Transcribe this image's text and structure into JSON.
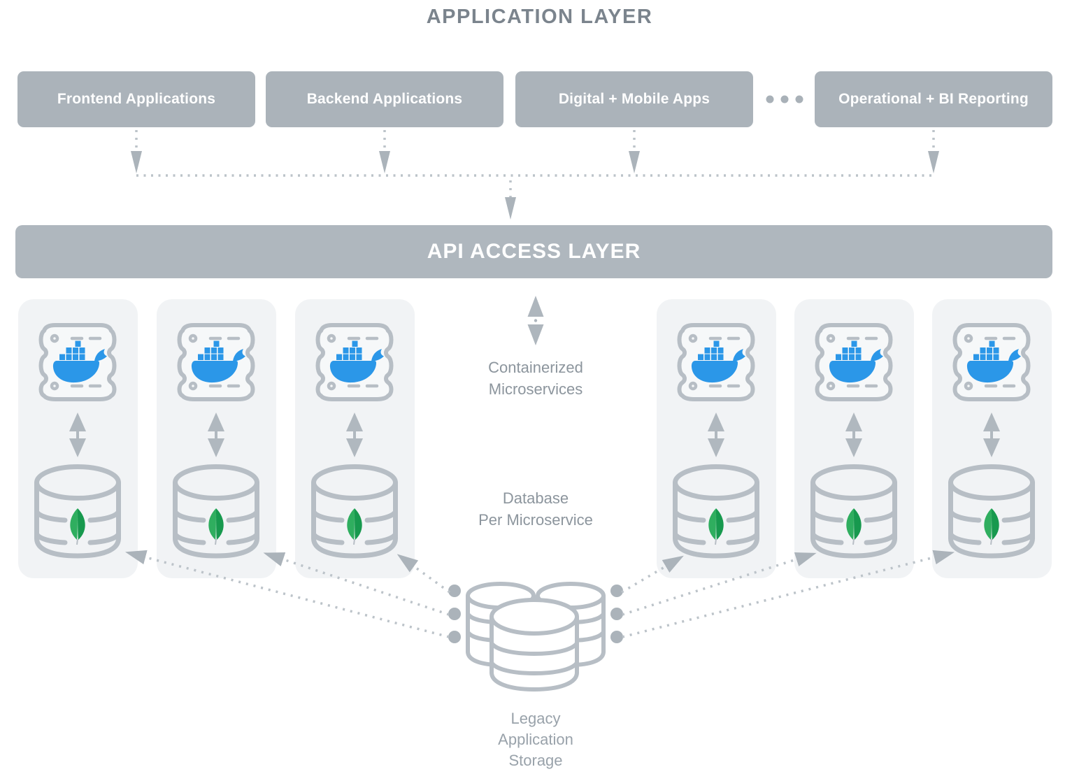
{
  "title": "APPLICATION LAYER",
  "application_layer": {
    "boxes": [
      {
        "label": "Frontend Applications"
      },
      {
        "label": "Backend Applications"
      },
      {
        "label": "Digital + Mobile Apps"
      },
      {
        "label": "Operational + BI Reporting"
      }
    ],
    "ellipsis_dots_count": 3
  },
  "api_access_layer": {
    "label": "API ACCESS LAYER"
  },
  "annotations": {
    "containerized_microservices": "Containerized\nMicroservices",
    "database_per_microservice": "Database\nPer Microservice",
    "legacy_application_storage": "Legacy\nApplication\nStorage"
  },
  "microservices": {
    "count": 6,
    "icons": [
      "docker-container-icon",
      "mongodb-database-icon"
    ]
  },
  "legacy_storage_icon": "stacked-database-cylinders",
  "colors": {
    "box_gray": "#abb3ba",
    "bar_gray": "#afb7be",
    "card_background": "#f1f3f5",
    "outline_gray": "#b7bec5",
    "dotted_line_gray": "#bcc3c9",
    "arrow_gray": "#abb3ba",
    "docker_blue": "#2b97e8",
    "mongodb_green_light": "#2fae5f",
    "mongodb_green_dark": "#17994e",
    "title_text": "#7b848d",
    "annotation_text": "#8c959d",
    "label_white": "#ffffff"
  }
}
